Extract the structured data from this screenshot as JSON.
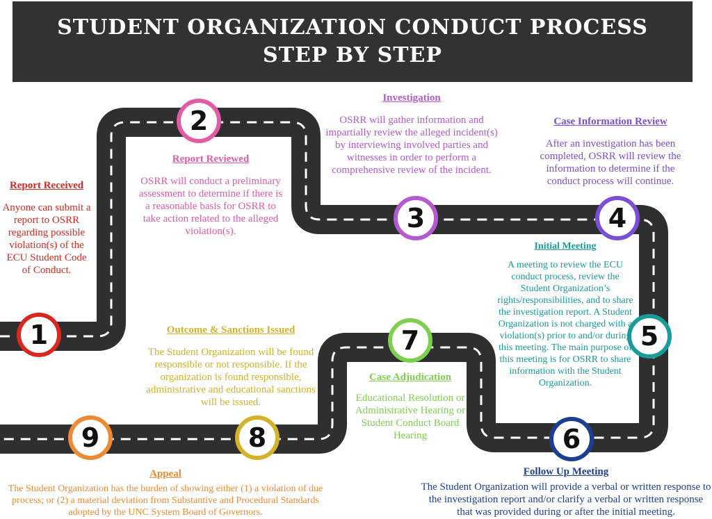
{
  "title": {
    "line1": "STUDENT ORGANIZATION CONDUCT PROCESS",
    "line2": "STEP BY STEP"
  },
  "colors": {
    "banner": "#323232",
    "road": "#2f2f2f",
    "step1": "#d8281f",
    "step2": "#e35aa6",
    "step3": "#b35ad0",
    "step4": "#7a4fd6",
    "step5": "#1a9a9a",
    "step6": "#1d3f93",
    "step7": "#7fcf4f",
    "step8": "#d4b22a",
    "step9": "#ee8a34"
  },
  "steps": [
    {
      "number": "1",
      "title": "Report Received",
      "text": "Anyone can submit a report to OSRR regarding possible violation(s) of the ECU Student Code of Conduct."
    },
    {
      "number": "2",
      "title": "Report Reviewed",
      "text": "OSRR will conduct a preliminary assessment to determine if there is a reasonable basis for OSRR to take action related to the alleged violation(s)."
    },
    {
      "number": "3",
      "title": "Investigation",
      "text": "OSRR will gather information and impartially review the alleged incident(s) by interviewing involved parties and witnesses in order to perform a comprehensive review of the incident."
    },
    {
      "number": "4",
      "title": "Case Information Review",
      "text": "After an investigation has been completed, OSRR will review the information to determine if the conduct process will continue."
    },
    {
      "number": "5",
      "title": "Initial Meeting",
      "text": "A meeting to review the ECU conduct process, review the Student Organization’s rights/responsibilities, and to share the investigation report. A Student Organization is not charged with a violation(s) prior to and/or during this meeting. The main purpose of this meeting is for OSRR to share information with the Student Organization."
    },
    {
      "number": "6",
      "title": "Follow Up Meeting",
      "text": "The Student Organization will provide a verbal or written response to the investigation report and/or clarify a verbal or written response that was provided during or after the initial meeting."
    },
    {
      "number": "7",
      "title": "Case Adjudication",
      "text": "Educational Resolution or Administrative Hearing or Student Conduct Board Hearing"
    },
    {
      "number": "8",
      "title": "Outcome & Sanctions Issued",
      "text": "The Student Organization will be found responsible or not responsible. If the organization is found responsible, administrative and educational sanctions will be issued."
    },
    {
      "number": "9",
      "title": "Appeal",
      "text": "The Student Organization has the burden of showing either (1) a violation of due process; or (2) a material deviation from Substantive and Procedural Standards adopted by the UNC System Board of Governors."
    }
  ]
}
